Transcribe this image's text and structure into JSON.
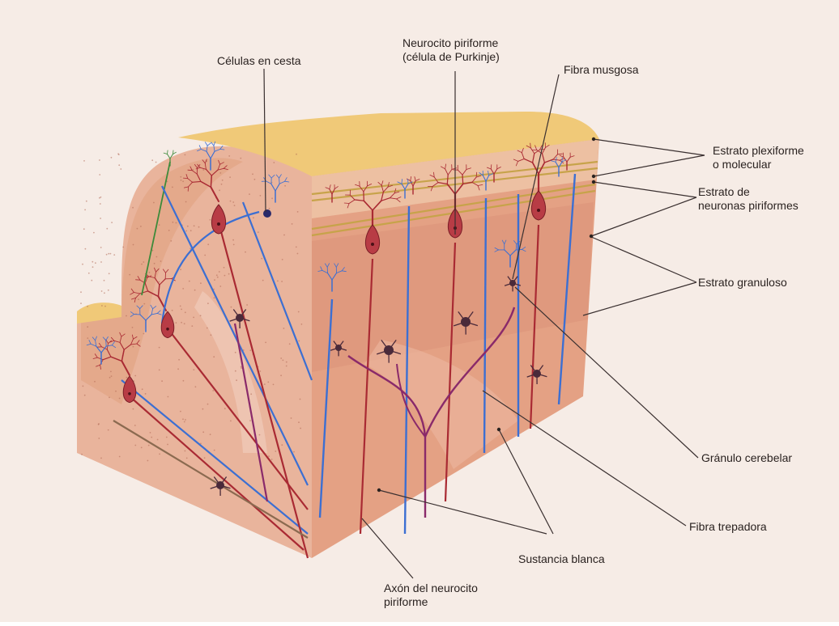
{
  "labels": {
    "celulas_en_cesta": "Células en cesta",
    "neurocito_piriforme_line1": "Neurocito piriforme",
    "neurocito_piriforme_line2": "(célula de Purkinje)",
    "fibra_musgosa": "Fibra musgosa",
    "estrato_plexiforme_line1": "Estrato plexiforme",
    "estrato_plexiforme_line2": "o molecular",
    "estrato_neuronas_line1": "Estrato de",
    "estrato_neuronas_line2": "neuronas piriformes",
    "estrato_granuloso": "Estrato granuloso",
    "granulo_cerebelar": "Gránulo cerebelar",
    "fibra_trepadora": "Fibra trepadora",
    "sustancia_blanca": "Sustancia blanca",
    "axon_line1": "Axón del neurocito",
    "axon_line2": "piriforme"
  },
  "colors": {
    "page": "#f6ece6",
    "top_surface": "#f0c978",
    "top_surface_edge": "#d9a24f",
    "front_face": "#e4a184",
    "front_face_light": "#eab59a",
    "side_face": "#e9b49c",
    "molecular_layer": "#edc0a2",
    "granular_layer": "#dc9277",
    "purkinje_cell": "#b83c45",
    "red_dendrite": "#a92a33",
    "blue_fiber": "#3c6fd2",
    "purple_axon": "#8a2a6a",
    "dark_neuron": "#4a2a3a",
    "yellow_fiber": "#c7a34a",
    "green_fiber": "#3d8a3a",
    "leader_line": "#3a3030"
  }
}
